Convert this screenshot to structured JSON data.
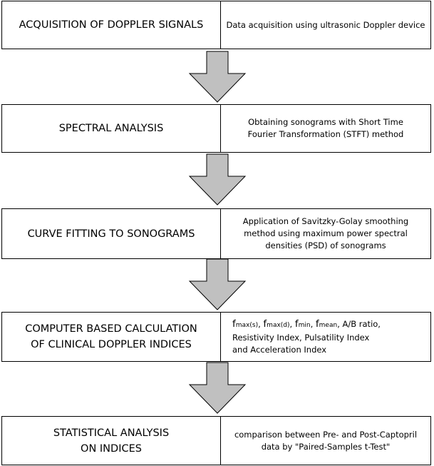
{
  "steps": [
    {
      "title_lines": [
        "ACQUISITION OF DOPPLER SIGNALS"
      ],
      "desc_lines": [
        "Data acquisition using ultrasonic Doppler device"
      ]
    },
    {
      "title_lines": [
        "SPECTRAL ANALYSIS"
      ],
      "desc_lines": [
        "Obtaining sonograms with Short Time",
        "Fourier Transformation (STFT) method"
      ]
    },
    {
      "title_lines": [
        "CURVE FITTING TO SONOGRAMS"
      ],
      "desc_lines": [
        "Application of Savitzky-Golay smoothing",
        "method using maximum power spectral",
        "densities (PSD) of sonograms"
      ]
    },
    {
      "title_lines": [
        "COMPUTER BASED CALCULATION",
        "OF CLINICAL DOPPLER INDICES"
      ],
      "desc_formula": {
        "f": "f",
        "fmax_s_sub": "max(s)",
        "fmax_d_sub": "max(d)",
        "fmin_sub": "min",
        "fmean_sub": "mean",
        "sep": ", ",
        "ab_ratio": ", A/B ratio,"
      },
      "desc_lines": [
        "Resistivity Index, Pulsatility Index",
        "and Acceleration Index"
      ]
    },
    {
      "title_lines": [
        "STATISTICAL ANALYSIS",
        "ON INDICES"
      ],
      "desc_lines": [
        "comparison between Pre- and Post-Captopril",
        "data by \"Paired-Samples t-Test\""
      ]
    }
  ],
  "colors": {
    "arrow_fill": "#c0c0c0",
    "arrow_stroke": "#000000",
    "border": "#000000"
  }
}
